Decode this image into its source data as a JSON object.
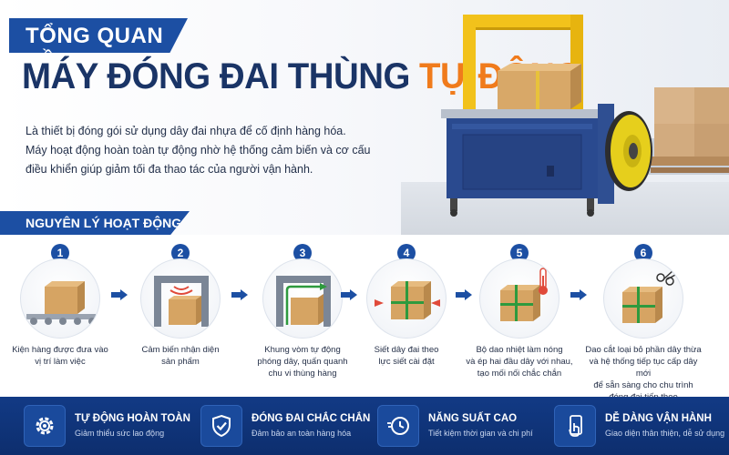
{
  "header": {
    "badge": "TỔNG QUAN VỀ",
    "title_main": "MÁY ĐÓNG ĐAI THÙNG ",
    "title_accent": "TỰ ĐỘNG"
  },
  "description": [
    "Là thiết bị đóng gói sử dụng dây đai nhựa để cố định hàng hóa.",
    "Máy hoạt động hoàn toàn tự động nhờ hệ thống cảm biến và cơ cấu",
    "điều khiển giúp giảm tối đa thao tác của người vận hành."
  ],
  "principle": {
    "label": "NGUYÊN LÝ HOẠT ĐỘNG"
  },
  "steps": [
    {
      "num": "1",
      "lines": [
        "Kiện hàng được đưa vào",
        "vị trí làm việc"
      ],
      "icon": "box-on-conveyor-icon"
    },
    {
      "num": "2",
      "lines": [
        "Cảm biến nhận diện",
        "sản phẩm"
      ],
      "icon": "sensor-icon"
    },
    {
      "num": "3",
      "lines": [
        "Khung vòm tự động",
        "phóng dây, quấn quanh",
        "chu vi thùng hàng"
      ],
      "icon": "arch-frame-icon"
    },
    {
      "num": "4",
      "lines": [
        "Siết dây đai theo",
        "lực siết cài đặt"
      ],
      "icon": "tighten-strap-icon"
    },
    {
      "num": "5",
      "lines": [
        "Bộ dao nhiệt làm nóng",
        "và ép hai đầu dây với nhau,",
        "tạo mối nối chắc chắn"
      ],
      "icon": "heat-seal-icon"
    },
    {
      "num": "6",
      "lines": [
        "Dao cắt loại bỏ phần dây thừa",
        "và hệ thống tiếp tục cấp dây mới",
        "để sẵn sàng cho chu trình",
        "đóng đai tiếp theo"
      ],
      "icon": "scissors-icon"
    }
  ],
  "features": [
    {
      "title": "TỰ ĐỘNG HOÀN TOÀN",
      "sub": "Giảm thiểu sức lao động",
      "icon": "gear-icon"
    },
    {
      "title": "ĐÓNG ĐAI CHẮC CHẮN",
      "sub": "Đảm bảo an toàn hàng hóa",
      "icon": "shield-check-icon"
    },
    {
      "title": "NĂNG SUẤT CAO",
      "sub": "Tiết kiệm thời gian và chi phí",
      "icon": "fast-clock-icon"
    },
    {
      "title": "DỄ DÀNG VẬN HÀNH",
      "sub": "Giao diện thân thiện, dễ sử dụng",
      "icon": "touch-hand-icon"
    }
  ],
  "colors": {
    "brand_blue": "#1c4fa3",
    "accent_orange": "#f07b1c",
    "machine_blue": "#2a4a8f",
    "frame_yellow": "#f2c21b",
    "footer_blue": "#0d2e6e"
  }
}
